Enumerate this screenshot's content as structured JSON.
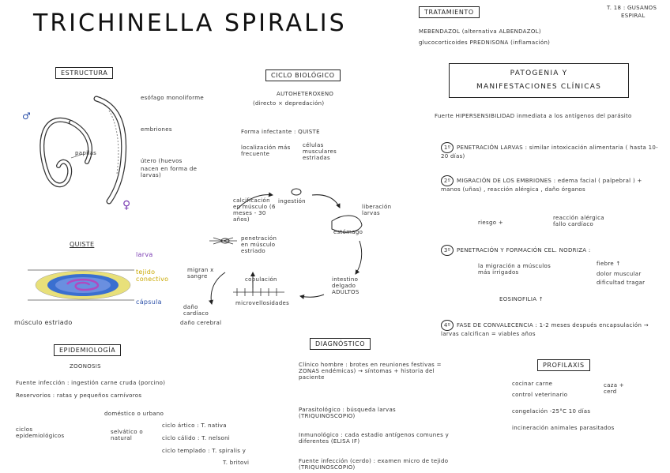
{
  "title": "TRICHINELLA SPIRALIS",
  "header_right": {
    "line1": "T. 18 : GUSANOS",
    "line2": "ESPIRAL"
  },
  "estructura": {
    "heading": "ESTRUCTURA",
    "male_symbol": "♂",
    "female_symbol": "♀",
    "labels": [
      "esófago monoliforme",
      "embriones",
      "útero (huevos",
      "nacen en forma de larvas)",
      "papilas"
    ]
  },
  "quiste": {
    "heading": "QUISTE",
    "larva": "larva",
    "tejido": "tejido conectivo",
    "capsula": "cápsula",
    "musculo": "músculo estriado"
  },
  "ciclo": {
    "heading": "CICLO BIOLÓGICO",
    "auto": "AUTOHETEROXENO",
    "auto_sub": "(directo × depredación)",
    "forma": "Forma infectante : QUISTE",
    "localizacion": "localización más frecuente",
    "localizacion_val": "células musculares estriadas",
    "ingestion": "ingestión",
    "liberacion": "liberación larvas",
    "estomago": "estómago",
    "intestino": "intestino delgado ADULTOS",
    "cop": "copulación",
    "microvel": "microvellosidades",
    "cal": "calcificación en músculo (6 meses - 30 años)",
    "pen": "penetración en músculo estriado",
    "migran": "migran x sangre",
    "dano": "daño cardíaco",
    "dano2": "daño cerebral"
  },
  "tratamiento": {
    "heading": "TRATAMIENTO",
    "items": [
      "MEBENDAZOL (alternativa ALBENDAZOL)",
      "glucocorticoides PREDNISONA (inflamación)"
    ]
  },
  "patogenia": {
    "heading_line1": "PATOGENIA Y",
    "heading_line2": "MANIFESTACIONES CLÍNICAS",
    "intro": "Fuerte HIPERSENSIBILIDAD inmediata a los antígenos del parásito",
    "steps": [
      {
        "n": "1º",
        "title": "PENETRACIÓN LARVAS : similar intoxicación alimentaria ( hasta 10-20 días)"
      },
      {
        "n": "2º",
        "title": "MIGRACIÓN DE LOS EMBRIONES : edema facial ( palpebral ) + manos (uñas) , reacción alérgica , daño órganos"
      },
      {
        "n": "3º",
        "title": "PENETRACIÓN Y FORMACIÓN CEL. NODRIZA :"
      },
      {
        "n": "4º",
        "title": "FASE DE CONVALECENCIA : 1-2 meses después encapsulación → larvas calcifican = viables años"
      }
    ],
    "riesgo": "riesgo +",
    "riesgo_val": "reacción alérgica fallo cardíaco",
    "migracion": "la migración a músculos más irrigados",
    "fiebre": "fiebre ↑",
    "dolor": "dolor muscular",
    "dificultad": "dificultad tragar",
    "eosino": "EOSINOFILIA ↑"
  },
  "epidemiologia": {
    "heading": "EPIDEMIOLOGÍA",
    "zoonosis": "ZOONOSIS",
    "fuente": "Fuente infección : ingestión carne cruda (porcino)",
    "reservorios": "Reservorios : ratas y pequeños carnívoros",
    "ciclos": "ciclos epidemiológicos",
    "domestico": "doméstico o urbano",
    "selvatico": "selvático o natural",
    "frio": "ciclo ártico : T. nativa",
    "calido": "ciclo cálido : T. nelsoni",
    "templado": "ciclo templado : T. spiralis y",
    "britovi": "T. britovi"
  },
  "diagnostico": {
    "heading": "DIAGNÓSTICO",
    "items": [
      "Clínico hombre : brotes en reuniones festivas = ZONAS endémicas) → síntomas + historia del paciente",
      "Parasitológico : búsqueda larvas (TRIQUINOSCOPIO)",
      "Inmunológico : cada estadio antígenos comunes y diferentes (ELISA IF)",
      "Fuente infección (cerdo) : examen micro de tejido (TRIQUINOSCOPIO)"
    ]
  },
  "profilaxis": {
    "heading": "PROFILAXIS",
    "items": [
      "cocinar carne",
      "control veterinario",
      "congelación -25°C 10 días",
      "incineración animales parasitados"
    ],
    "caza": "caza + cerd"
  }
}
